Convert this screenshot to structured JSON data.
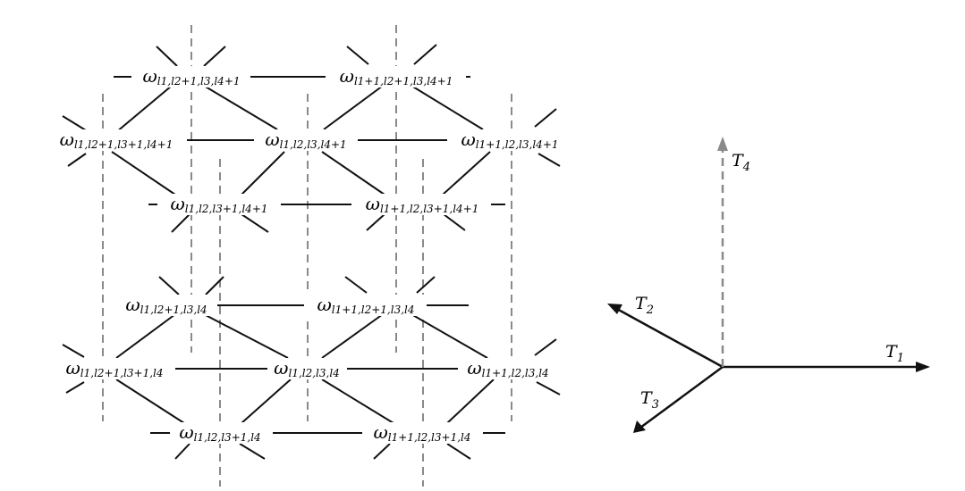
{
  "diagram": {
    "nodes": [
      {
        "id": "n1",
        "symbol": "ω",
        "subscript": "l1,l2+1,l3,l4+1"
      },
      {
        "id": "n2",
        "symbol": "ω",
        "subscript": "l1+1,l2+1,l3,l4+1"
      },
      {
        "id": "n3",
        "symbol": "ω",
        "subscript": "l1,l2+1,l3+1,l4+1"
      },
      {
        "id": "n4",
        "symbol": "ω",
        "subscript": "l1,l2,l3,l4+1"
      },
      {
        "id": "n5",
        "symbol": "ω",
        "subscript": "l1+1,l2,l3,l4+1"
      },
      {
        "id": "n6",
        "symbol": "ω",
        "subscript": "l1,l2,l3+1,l4+1"
      },
      {
        "id": "n7",
        "symbol": "ω",
        "subscript": "l1+1,l2,l3+1,l4+1"
      },
      {
        "id": "n8",
        "symbol": "ω",
        "subscript": "l1,l2+1,l3,l4"
      },
      {
        "id": "n9",
        "symbol": "ω",
        "subscript": "l1+1,l2+1,l3,l4"
      },
      {
        "id": "n10",
        "symbol": "ω",
        "subscript": "l1,l2+1,l3+1,l4"
      },
      {
        "id": "n11",
        "symbol": "ω",
        "subscript": "l1,l2,l3,l4"
      },
      {
        "id": "n12",
        "symbol": "ω",
        "subscript": "l1+1,l2,l3,l4"
      },
      {
        "id": "n13",
        "symbol": "ω",
        "subscript": "l1,l2,l3+1,l4"
      },
      {
        "id": "n14",
        "symbol": "ω",
        "subscript": "l1+1,l2,l3+1,l4"
      }
    ],
    "axes": [
      {
        "id": "t1",
        "symbol": "T",
        "sub": "1"
      },
      {
        "id": "t2",
        "symbol": "T",
        "sub": "2"
      },
      {
        "id": "t3",
        "symbol": "T",
        "sub": "3"
      },
      {
        "id": "t4",
        "symbol": "T",
        "sub": "4"
      }
    ]
  }
}
